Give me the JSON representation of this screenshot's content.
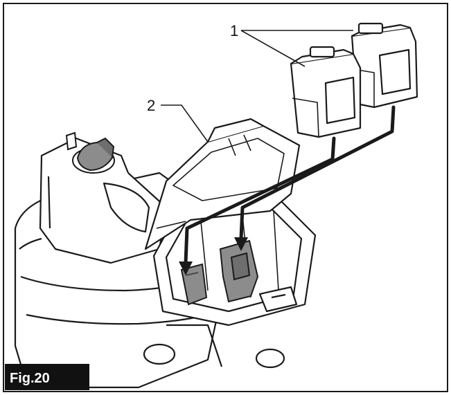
{
  "figure": {
    "label": "Fig.20",
    "callouts": [
      {
        "number": "1",
        "target": "battery-cartridges"
      },
      {
        "number": "2",
        "target": "battery-cover"
      }
    ]
  },
  "colors": {
    "line": "#1a1a1a",
    "fill": "#ffffff",
    "shade": "#8c8c8c",
    "shade_dark": "#6e6e6e",
    "label_bg": "#111111"
  },
  "icons": [
    "battery-cartridge-icon",
    "charger-port-icon",
    "insertion-arrow-icon"
  ]
}
